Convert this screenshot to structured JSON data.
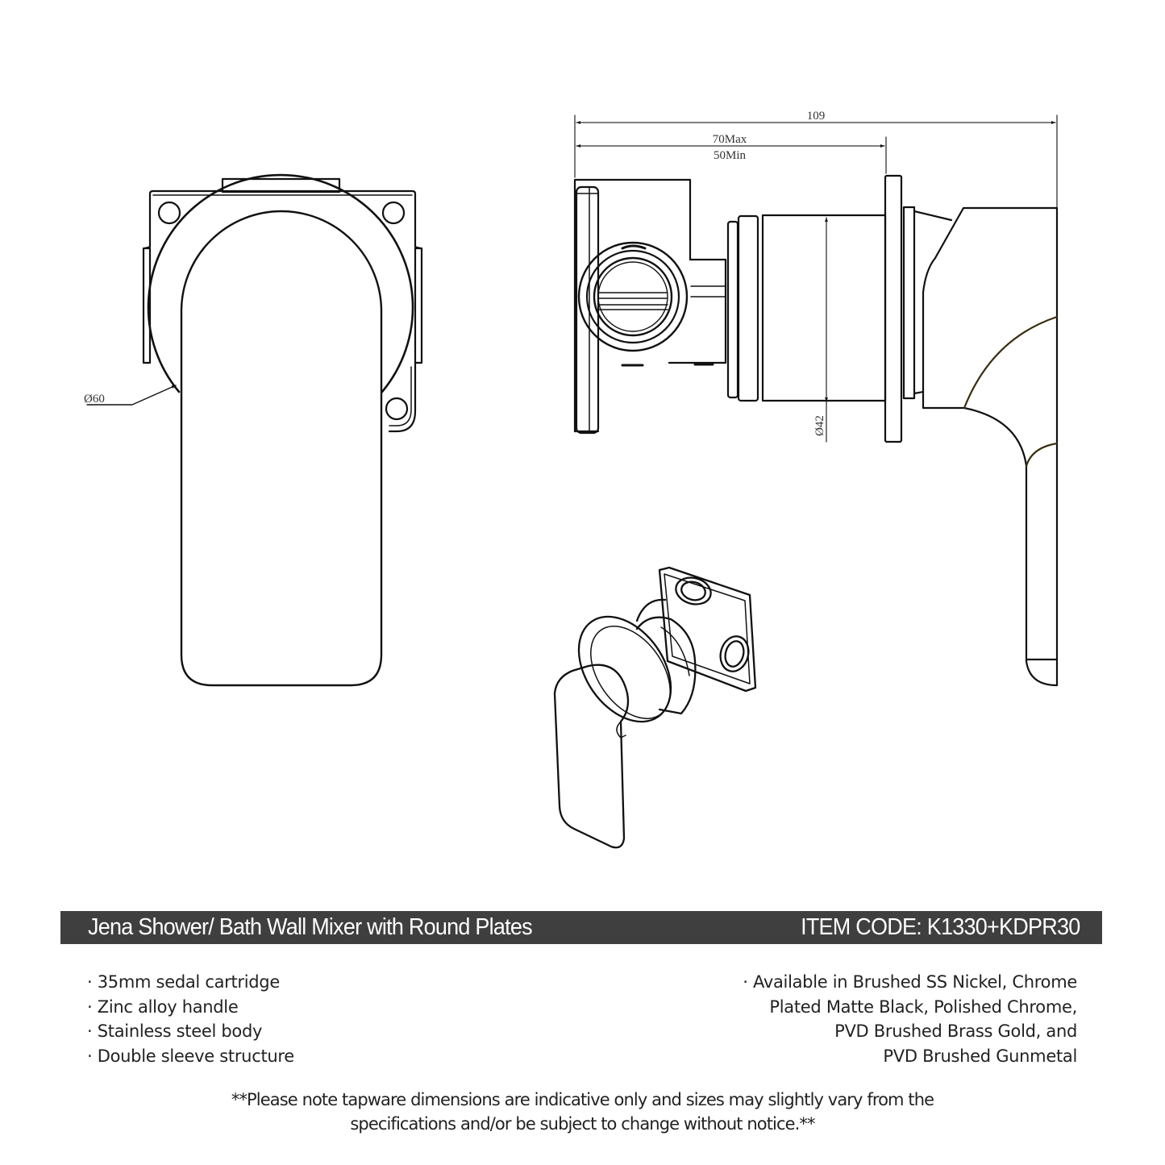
{
  "drawing": {
    "front_view": {
      "dimension_label": "Ø60"
    },
    "side_view": {
      "overall_dimension": "109",
      "depth_max": "70Max",
      "depth_min": "50Min",
      "body_diameter": "Ø42"
    },
    "isometric_view": {}
  },
  "title_bar": {
    "product_name": "Jena Shower/ Bath Wall Mixer with Round Plates",
    "item_code": "ITEM CODE: K1330+KDPR30",
    "background_color": "#3f3f3f",
    "text_color": "#ffffff"
  },
  "features_left": [
    "· 35mm sedal cartridge",
    "· Zinc alloy handle",
    "· Stainless steel body",
    "· Double sleeve structure"
  ],
  "features_right": [
    "· Available in Brushed SS Nickel, Chrome",
    "Plated Matte Black, Polished Chrome,",
    "PVD Brushed Brass Gold, and",
    "PVD Brushed Gunmetal"
  ],
  "disclaimer": [
    "**Please note tapware dimensions are indicative only and sizes may slightly vary from the",
    "specifications and/or be subject to change without notice.**"
  ]
}
